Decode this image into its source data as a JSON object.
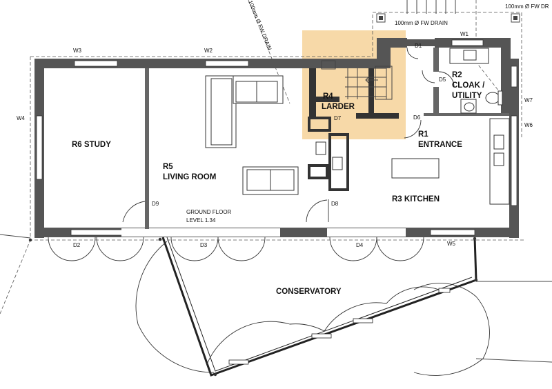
{
  "highlight_color": "#f7d9a8",
  "wall_color": "#555555",
  "drain_labels": {
    "diagonal": "100mm Ø FW DRAIN",
    "top_center": "100mm Ø FW DRAIN",
    "top_right": "100mm Ø FW DR"
  },
  "rooms": {
    "study": "R6 STUDY",
    "living_name": "R5",
    "living_sub": "LIVING ROOM",
    "larder_name": "R4",
    "larder_sub": "LARDER",
    "cloak_name": "R2",
    "cloak_sub1": "CLOAK /",
    "cloak_sub2": "UTILITY",
    "entrance_name": "R1",
    "entrance_sub": "ENTRANCE",
    "kitchen": "R3 KITCHEN",
    "conservatory": "CONSERVATORY"
  },
  "floor_note": {
    "line1": "GROUND FLOOR",
    "line2": "LEVEL 1.34"
  },
  "windows": {
    "w1": "W1",
    "w2": "W2",
    "w3": "W3",
    "w4": "W4",
    "w5": "W5",
    "w6": "W6",
    "w7": "W7"
  },
  "doors": {
    "d1": "D1",
    "d2": "D2",
    "d3": "D3",
    "d4": "D4",
    "d5": "D5",
    "d6": "D6",
    "d7": "D7",
    "d8": "D8",
    "d9": "D9"
  }
}
